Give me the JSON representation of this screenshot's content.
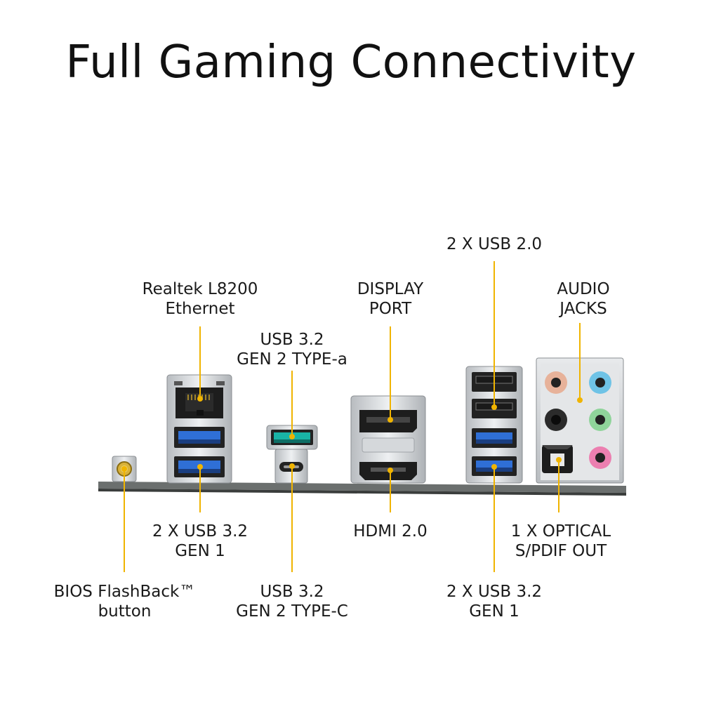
{
  "title": "Full Gaming Connectivity",
  "accent_color": "#f0b400",
  "labels": {
    "bios": {
      "line1": "BIOS FlashBack™",
      "line2": "button"
    },
    "ethernet": {
      "line1": "Realtek L8200",
      "line2": "Ethernet"
    },
    "usb_gen1_left": {
      "line1": "2 X USB 3.2",
      "line2": "GEN 1"
    },
    "usb_typea": {
      "line1": "USB 3.2",
      "line2": "GEN 2 TYPE-a"
    },
    "usb_typec": {
      "line1": "USB 3.2",
      "line2": "GEN 2 TYPE-C"
    },
    "displayport": {
      "line1": "DISPLAY",
      "line2": "PORT"
    },
    "hdmi": {
      "line1": "HDMI 2.0"
    },
    "usb20": {
      "line1": "2 X USB 2.0"
    },
    "usb_gen1_right": {
      "line1": "2 X USB 3.2",
      "line2": "GEN 1"
    },
    "audio": {
      "line1": "AUDIO",
      "line2": "JACKS"
    },
    "optical": {
      "line1": "1 X OPTICAL",
      "line2": "S/PDIF OUT"
    }
  },
  "components": [
    {
      "name": "bios-flashback-button-icon"
    },
    {
      "name": "ethernet-port-icon"
    },
    {
      "name": "usb-typea-port-icon"
    },
    {
      "name": "usb-typec-port-icon"
    },
    {
      "name": "displayport-icon"
    },
    {
      "name": "hdmi-port-icon"
    },
    {
      "name": "usb-stack-icon"
    },
    {
      "name": "audio-jacks-icon"
    },
    {
      "name": "optical-spdif-icon"
    }
  ]
}
